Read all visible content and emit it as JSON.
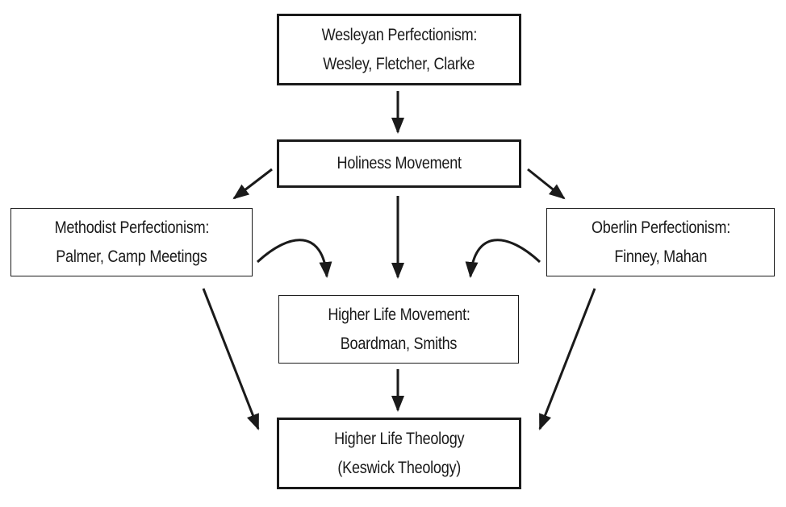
{
  "diagram": {
    "nodes": {
      "wesleyan": {
        "line1": "Wesleyan Perfectionism:",
        "line2": "Wesley, Fletcher, Clarke"
      },
      "holiness": {
        "line1": "Holiness Movement"
      },
      "methodist": {
        "line1": "Methodist Perfectionism:",
        "line2": "Palmer, Camp Meetings"
      },
      "oberlin": {
        "line1": "Oberlin Perfectionism:",
        "line2": "Finney, Mahan"
      },
      "higher_life_movement": {
        "line1": "Higher Life Movement:",
        "line2": "Boardman, Smiths"
      },
      "higher_life_theology": {
        "line1": "Higher Life Theology",
        "line2": "(Keswick Theology)"
      }
    },
    "edges": [
      {
        "from": "wesleyan",
        "to": "holiness"
      },
      {
        "from": "holiness",
        "to": "methodist"
      },
      {
        "from": "holiness",
        "to": "oberlin"
      },
      {
        "from": "holiness",
        "to": "higher_life_movement"
      },
      {
        "from": "methodist",
        "to": "higher_life_movement"
      },
      {
        "from": "oberlin",
        "to": "higher_life_movement"
      },
      {
        "from": "higher_life_movement",
        "to": "higher_life_theology"
      },
      {
        "from": "methodist",
        "to": "higher_life_theology"
      },
      {
        "from": "oberlin",
        "to": "higher_life_theology"
      }
    ],
    "colors": {
      "stroke": "#1a1a1a",
      "background": "#ffffff"
    }
  }
}
